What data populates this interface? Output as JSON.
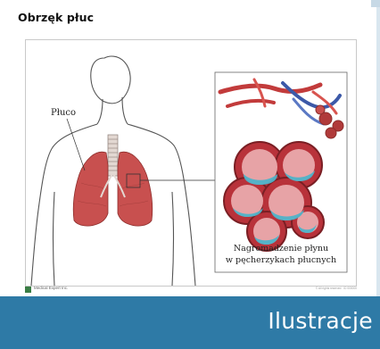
{
  "title": "Obrzęk płuc",
  "diagram": {
    "label_lung": "Płuco",
    "caption_line1": "Nagromadzenie płynu",
    "caption_line2": "w pęcherzykach płucnych"
  },
  "footer": {
    "logo_text": "Medical Expert Inc.",
    "copyright": "© All rights reserved · ID 000000"
  },
  "bottom_bar": {
    "label": "Ilustracje"
  },
  "colors": {
    "accent_bar": "#2e7aa6",
    "lung": "#c8504f",
    "fluid": "#4fb3c9"
  }
}
